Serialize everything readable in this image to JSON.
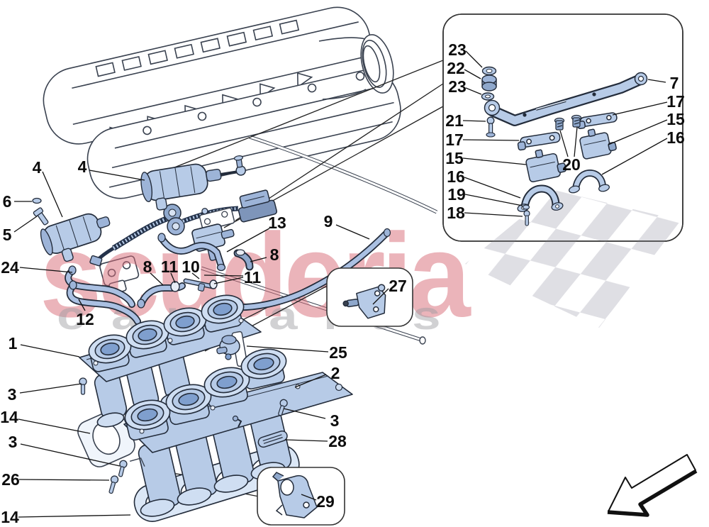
{
  "diagram": {
    "type": "exploded-parts-diagram",
    "subject": "engine intake manifold and air intake assembly",
    "watermark": {
      "word_red": "scuderia",
      "word_gray": "carparts",
      "red_color": "#d96c78",
      "gray_color": "#9a9aa0",
      "checker_color": "#d9d9df"
    },
    "colors": {
      "part_fill": "#b7cbe7",
      "part_light": "#cfdef2",
      "part_mid": "#9db4d8",
      "part_dark": "#7f9fce",
      "outline": "#232c3b",
      "line_art": "#3a4250",
      "label_text": "#0c0c0c",
      "background": "#ffffff"
    },
    "callouts": {
      "m4a": {
        "label": "4"
      },
      "m4b": {
        "label": "4"
      },
      "m6": {
        "label": "6"
      },
      "m5": {
        "label": "5"
      },
      "m24": {
        "label": "24"
      },
      "m12": {
        "label": "12"
      },
      "m13": {
        "label": "13"
      },
      "m9": {
        "label": "9"
      },
      "m8a": {
        "label": "8"
      },
      "m8b": {
        "label": "8"
      },
      "m11a": {
        "label": "11"
      },
      "m10": {
        "label": "10"
      },
      "m11b": {
        "label": "11"
      },
      "m1": {
        "label": "1"
      },
      "m25": {
        "label": "25"
      },
      "m2": {
        "label": "2"
      },
      "m3a": {
        "label": "3"
      },
      "m14a": {
        "label": "14"
      },
      "m3b": {
        "label": "3"
      },
      "m3c": {
        "label": "3"
      },
      "m28": {
        "label": "28"
      },
      "m26": {
        "label": "26"
      },
      "m29": {
        "label": "29"
      },
      "m14b": {
        "label": "14"
      },
      "m27": {
        "label": "27"
      },
      "b23a": {
        "label": "23"
      },
      "b22": {
        "label": "22"
      },
      "b23b": {
        "label": "23"
      },
      "b21": {
        "label": "21"
      },
      "b17l": {
        "label": "17"
      },
      "b15l": {
        "label": "15"
      },
      "b16l": {
        "label": "16"
      },
      "b19": {
        "label": "19"
      },
      "b18": {
        "label": "18"
      },
      "b7": {
        "label": "7"
      },
      "b17r": {
        "label": "17"
      },
      "b15r": {
        "label": "15"
      },
      "b16r": {
        "label": "16"
      },
      "b20": {
        "label": "20"
      }
    }
  }
}
